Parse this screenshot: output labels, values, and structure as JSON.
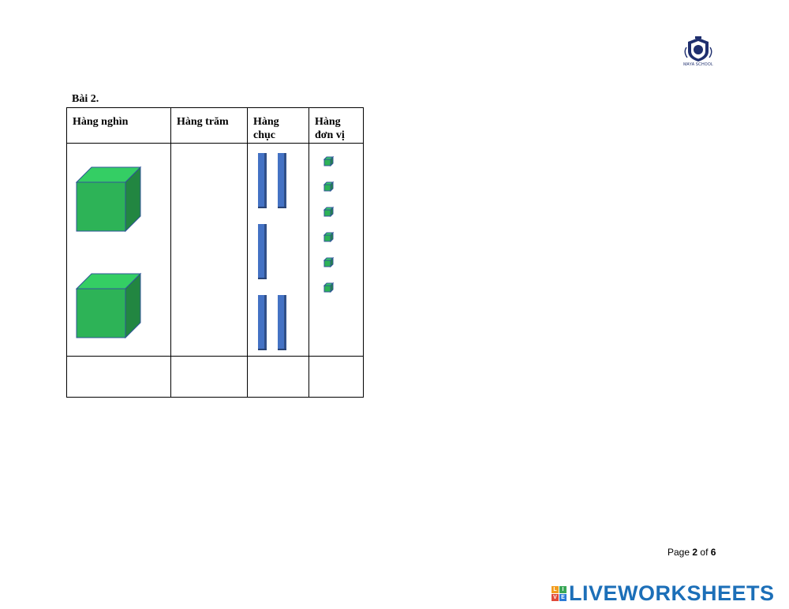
{
  "logo": {
    "name": "MAYA SCHOOL",
    "icon": "school-crest-icon",
    "color": "#1f2f6e"
  },
  "exercise": {
    "title": "Bài 2."
  },
  "table": {
    "headers": [
      "Hàng nghìn",
      "Hàng trăm",
      "Hàng chục",
      "Hàng đơn vị"
    ],
    "thousands_count": 2,
    "hundreds_count": 0,
    "tens_count": 5,
    "ones_count": 6,
    "cube_color": "#2db357",
    "rod_color": "#4472c4"
  },
  "footer": {
    "page_label": "Page",
    "page_current": "2",
    "page_of": "of",
    "page_total": "6"
  },
  "brand": {
    "letters": [
      "L",
      "I",
      "V",
      "E"
    ],
    "letter_colors": [
      "#f29d1f",
      "#3aa757",
      "#e04a3a",
      "#2b7bd6"
    ],
    "text": "LIVEWORKSHEETS",
    "color": "#1c6fb8"
  }
}
